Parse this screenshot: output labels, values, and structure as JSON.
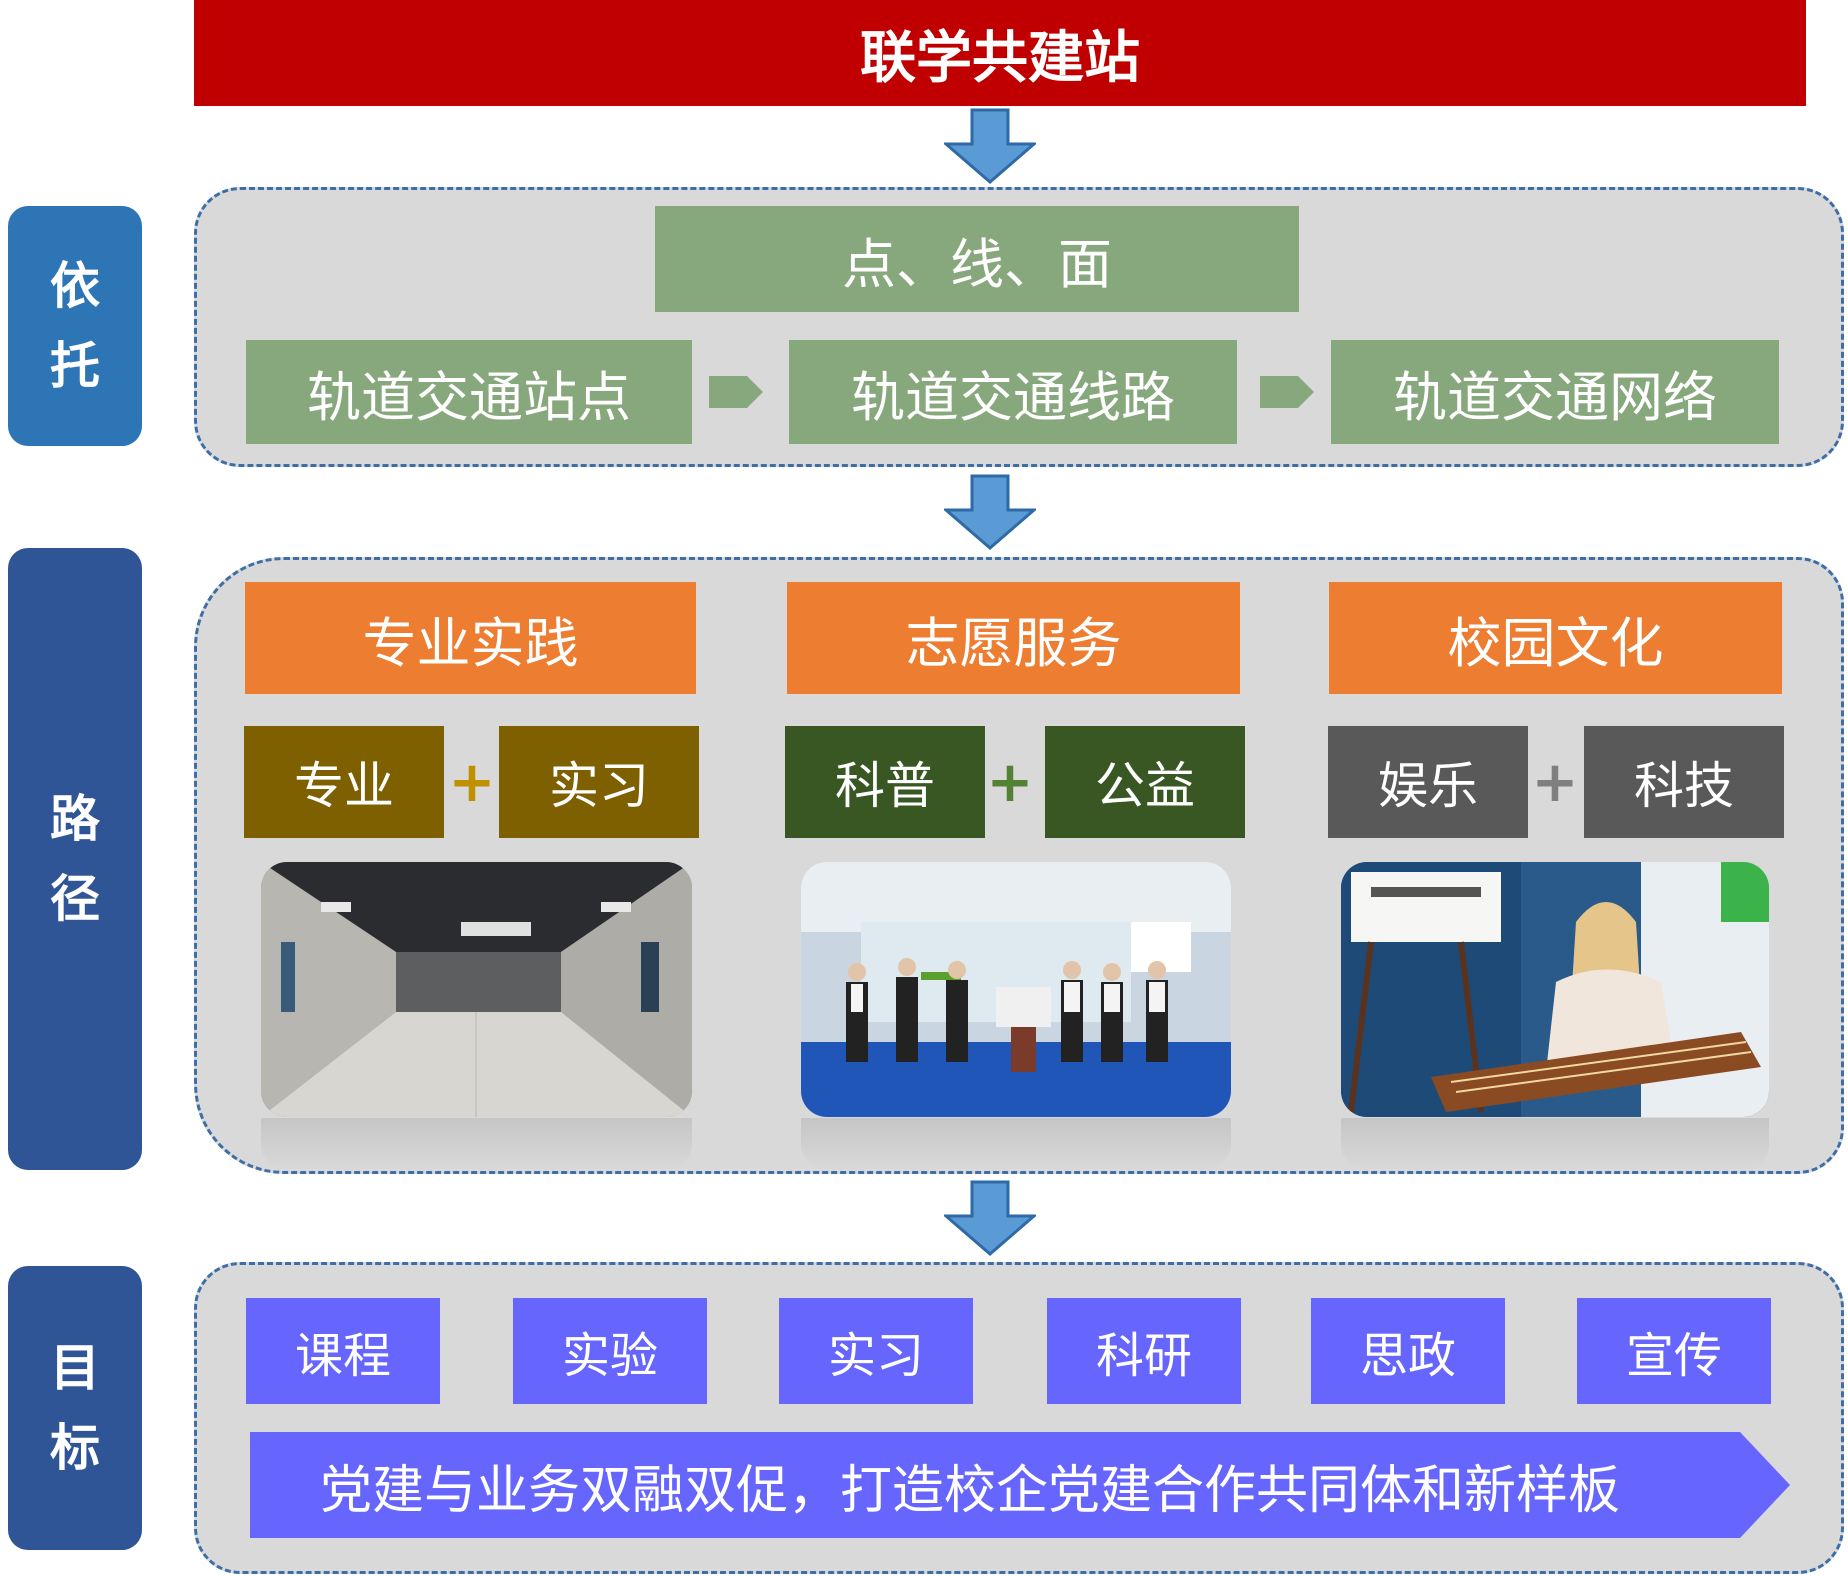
{
  "title": "联学共建站",
  "side_labels": {
    "yituo": [
      "依",
      "托"
    ],
    "lujing": [
      "路",
      "径"
    ],
    "mubiao": [
      "目",
      "标"
    ]
  },
  "base": {
    "title": "点、线、面",
    "items": [
      "轨道交通站点",
      "轨道交通线路",
      "轨道交通网络"
    ]
  },
  "paths": [
    {
      "header": "专业实践",
      "subs": [
        "专业",
        "实习"
      ],
      "photo": "subway-corridor-photo"
    },
    {
      "header": "志愿服务",
      "subs": [
        "科普",
        "公益"
      ],
      "photo": "group-ceremony-photo"
    },
    {
      "header": "校园文化",
      "subs": [
        "娱乐",
        "科技"
      ],
      "photo": "guzheng-performance-photo"
    }
  ],
  "plus_sign": "+",
  "goals": {
    "items": [
      "课程",
      "实验",
      "实习",
      "科研",
      "思政",
      "宣传"
    ],
    "banner": "党建与业务双融双促，打造校企党建合作共同体和新样板"
  },
  "colors": {
    "title_red": "#c00000",
    "side_blue": "#2e75b6",
    "side_navy": "#2f5597",
    "panel_gray": "#d9d9d9",
    "sage_green": "#87a77c",
    "orange": "#ed7d31",
    "olive": "#7f6000",
    "dark_green": "#385723",
    "dark_gray": "#595959",
    "goal_purple": "#6666ff",
    "arrow_blue": "#5b9bd5"
  }
}
